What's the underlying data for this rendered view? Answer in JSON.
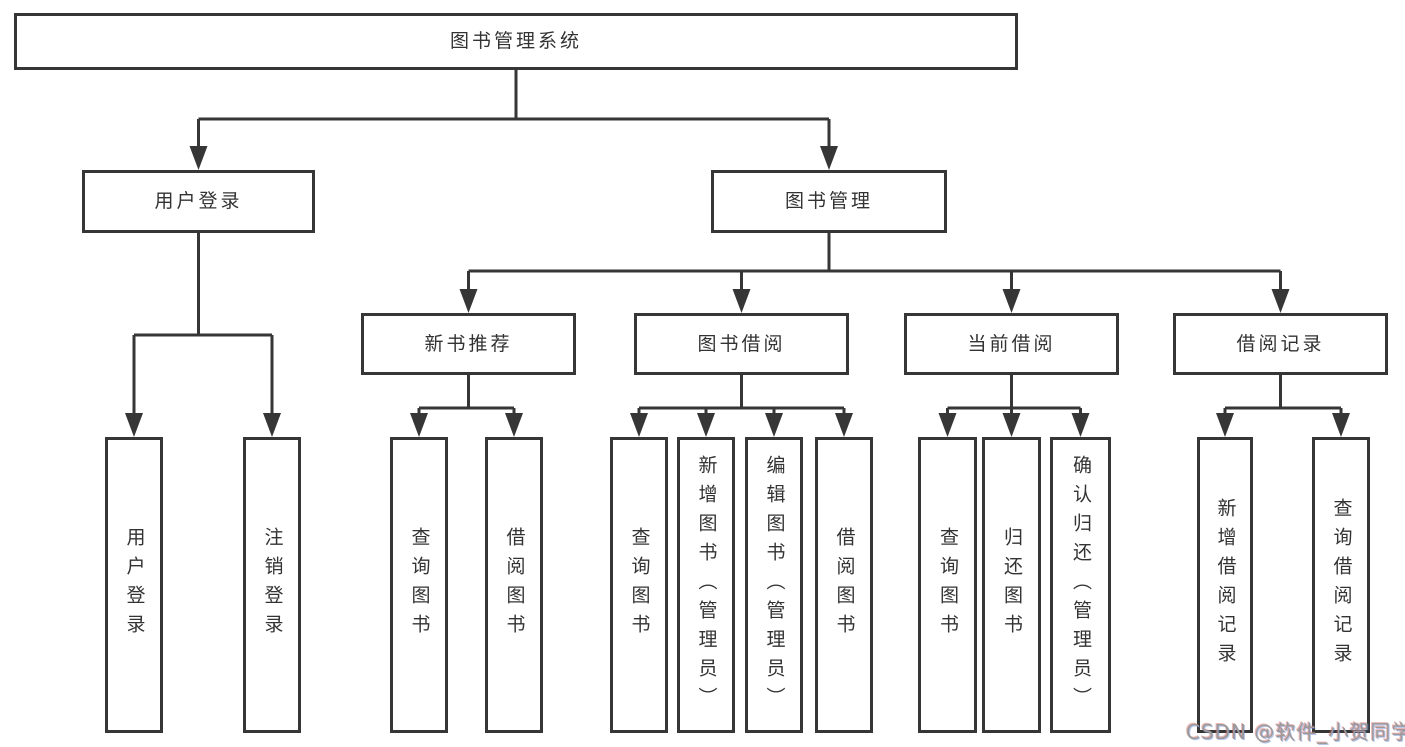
{
  "diagram": {
    "type": "hierarchy-tree",
    "colors": {
      "line": "#363636",
      "box_border": "#363636",
      "box_background": "#ffffff",
      "text": "#333333",
      "watermark": "#9a9a9a"
    }
  },
  "tree": {
    "root": {
      "label": "图书管理系统",
      "children": [
        {
          "label": "用户登录",
          "children": [
            {
              "label": "用户登录"
            },
            {
              "label": "注销登录"
            }
          ]
        },
        {
          "label": "图书管理",
          "children": [
            {
              "label": "新书推荐",
              "children": [
                {
                  "label": "查询图书"
                },
                {
                  "label": "借阅图书"
                }
              ]
            },
            {
              "label": "图书借阅",
              "children": [
                {
                  "label": "查询图书"
                },
                {
                  "label": "新增图书（管理员）"
                },
                {
                  "label": "编辑图书（管理员）"
                },
                {
                  "label": "借阅图书"
                }
              ]
            },
            {
              "label": "当前借阅",
              "children": [
                {
                  "label": "查询图书"
                },
                {
                  "label": "归还图书"
                },
                {
                  "label": "确认归还（管理员）"
                }
              ]
            },
            {
              "label": "借阅记录",
              "children": [
                {
                  "label": "新增借阅记录"
                },
                {
                  "label": "查询借阅记录"
                }
              ]
            }
          ]
        }
      ]
    }
  },
  "watermark": {
    "text": "CSDN @软件_小贺同学"
  }
}
